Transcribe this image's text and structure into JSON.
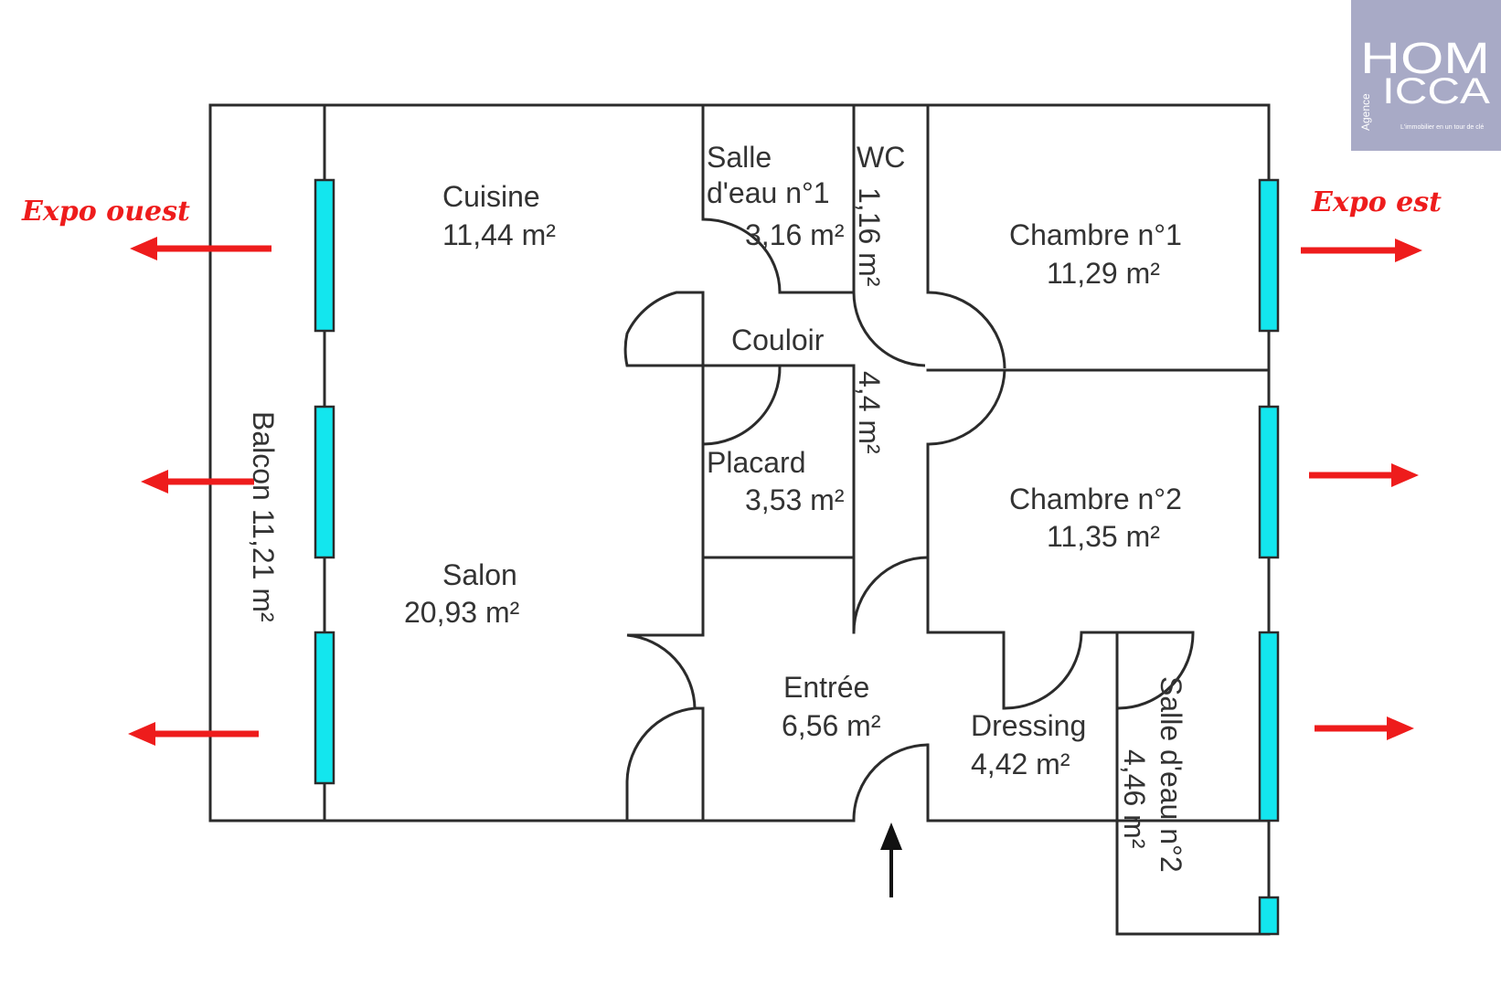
{
  "rooms": {
    "cuisine": {
      "name": "Cuisine",
      "area": "11,44  m²"
    },
    "salle_eau_1": {
      "name_line1": "Salle",
      "name_line2": "d'eau n°1",
      "area": "3,16  m²"
    },
    "wc": {
      "name": "WC",
      "area": "1,16  m²"
    },
    "chambre_1": {
      "name": "Chambre n°1",
      "area": "11,29  m²"
    },
    "couloir": {
      "name": "Couloir",
      "area": "4,4  m²"
    },
    "placard": {
      "name": "Placard",
      "area": "3,53  m²"
    },
    "balcon": {
      "label": "Balcon  11,21  m²"
    },
    "chambre_2": {
      "name": "Chambre n°2",
      "area": "11,35  m²"
    },
    "salon": {
      "name": "Salon",
      "area": "20,93  m²"
    },
    "entree": {
      "name": "Entrée",
      "area": "6,56  m²"
    },
    "dressing": {
      "name": "Dressing",
      "area": "4,42  m²"
    },
    "salle_eau_2": {
      "name": "Salle d'eau n°2",
      "area": "4,46  m²"
    }
  },
  "exposure": {
    "west": "Expo ouest",
    "east": "Expo est"
  },
  "logo": {
    "line1": "HOM",
    "line2": "ICCA",
    "side": "Agence",
    "tagline": "L'immobilier en un tour de clé"
  },
  "colors": {
    "walls": "#2b2b2b",
    "windows": "#13e6ee",
    "exposure_arrows": "#ee1c1c",
    "logo_background": "#a8aac6"
  }
}
